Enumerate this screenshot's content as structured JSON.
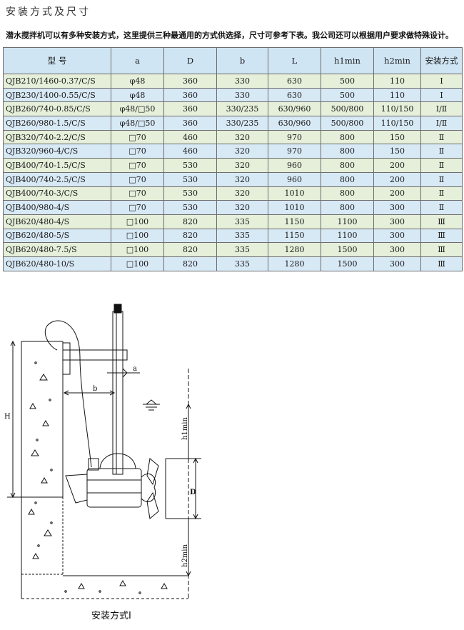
{
  "title": "安装方式及尺寸",
  "intro": "潜水搅拌机可以有多种安装方式，这里提供三种最通用的方式供选择，尺寸可参考下表。我公司还可以根据用户要求做特殊设计。",
  "table": {
    "headers": [
      "型 号",
      "a",
      "D",
      "b",
      "L",
      "h1min",
      "h2min",
      "安装方式"
    ],
    "rows": [
      [
        "QJB210/1460-0.37/C/S",
        "φ48",
        "360",
        "330",
        "630",
        "500",
        "110",
        "Ⅰ"
      ],
      [
        "QJB230/1400-0.55/C/S",
        "φ48",
        "360",
        "330",
        "630",
        "500",
        "110",
        "Ⅰ"
      ],
      [
        "QJB260/740-0.85/C/S",
        "φ48/□50",
        "360",
        "330/235",
        "630/960",
        "500/800",
        "110/150",
        "Ⅰ/Ⅱ"
      ],
      [
        "QJB260/980-1.5/C/S",
        "φ48/□50",
        "360",
        "330/235",
        "630/960",
        "500/800",
        "110/150",
        "Ⅰ/Ⅱ"
      ],
      [
        "QJB320/740-2.2/C/S",
        "□70",
        "460",
        "320",
        "970",
        "800",
        "150",
        "Ⅱ"
      ],
      [
        "QJB320/960-4/C/S",
        "□70",
        "460",
        "320",
        "970",
        "800",
        "150",
        "Ⅱ"
      ],
      [
        "QJB400/740-1.5/C/S",
        "□70",
        "530",
        "320",
        "960",
        "800",
        "200",
        "Ⅱ"
      ],
      [
        "QJB400/740-2.5/C/S",
        "□70",
        "530",
        "320",
        "960",
        "800",
        "200",
        "Ⅱ"
      ],
      [
        "QJB400/740-3/C/S",
        "□70",
        "530",
        "320",
        "1010",
        "800",
        "200",
        "Ⅱ"
      ],
      [
        "QJB400/980-4/S",
        "□70",
        "530",
        "320",
        "1010",
        "800",
        "300",
        "Ⅱ"
      ],
      [
        "QJB620/480-4/S",
        "□100",
        "820",
        "335",
        "1150",
        "1100",
        "300",
        "Ⅲ"
      ],
      [
        "QJB620/480-5/S",
        "□100",
        "820",
        "335",
        "1150",
        "1100",
        "300",
        "Ⅲ"
      ],
      [
        "QJB620/480-7.5/S",
        "□100",
        "820",
        "335",
        "1280",
        "1500",
        "300",
        "Ⅲ"
      ],
      [
        "QJB620/480-10/S",
        "□100",
        "820",
        "335",
        "1280",
        "1500",
        "300",
        "Ⅲ"
      ]
    ]
  },
  "diagram": {
    "labels": {
      "h": "H",
      "a": "a",
      "b": "b",
      "d": "D",
      "h1": "h1min",
      "h2": "h2min"
    }
  },
  "caption": "安装方式Ⅰ"
}
